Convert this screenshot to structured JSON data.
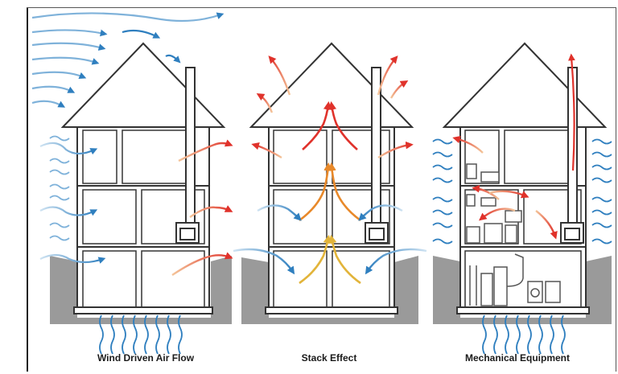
{
  "panels": [
    {
      "id": "wind",
      "caption": "Wind Driven Air Flow"
    },
    {
      "id": "stack",
      "caption": "Stack Effect"
    },
    {
      "id": "mech",
      "caption": "Mechanical Equipment"
    }
  ],
  "colors": {
    "cold_air": "#2f7fbf",
    "warm_air": "#e0322b",
    "mid_air": "#e8892a",
    "neutral_air": "#e2b43a",
    "wall": "#333333",
    "ground": "#9a9a9a",
    "background": "#ffffff"
  },
  "icons": [
    "cold-air-arrow",
    "warm-air-arrow",
    "chimney",
    "furnace"
  ]
}
